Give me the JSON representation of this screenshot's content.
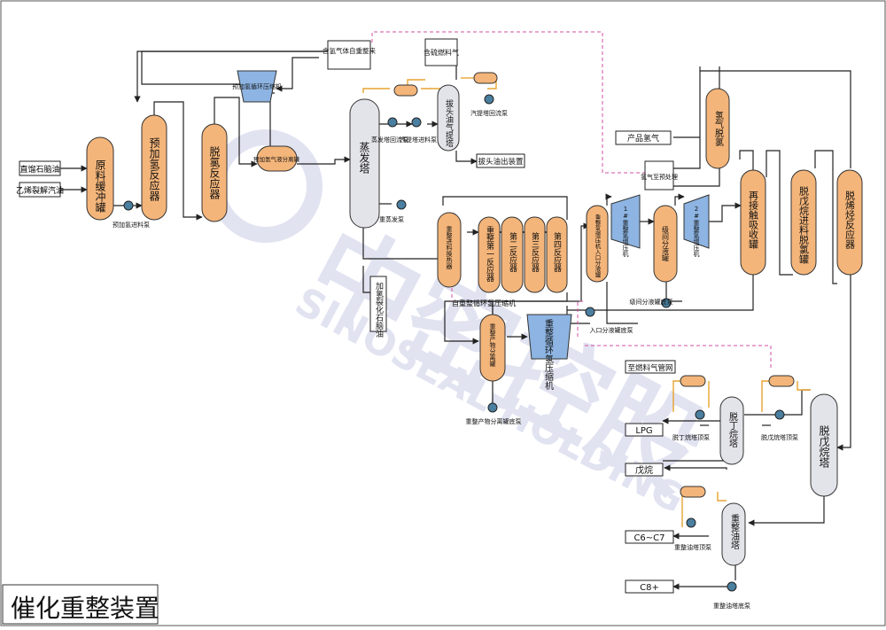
{
  "title": "催化重整装置",
  "watermark": {
    "cn": "中密控股",
    "en": "SINOSEAL HOLDING"
  },
  "colors": {
    "orange_vessel": "#f4b57a",
    "gray_vessel": "#e3e3ea",
    "blue_compressor": "#8db4e2",
    "pump": "#4a7fa0",
    "process_line": "#222222",
    "hydrogen_line": "#e6a430",
    "signal_line": "#d24fa6",
    "watermark": "#c9cce6"
  },
  "feeds": {
    "straight_run_naphtha": "直馏石脑油",
    "ethylene_cracked_oil": "乙烯裂解汽油"
  },
  "vessels": {
    "feed_buffer_tank": "原料缓冲罐",
    "prehydro_reactor": "预加氢反应器",
    "dechlorination_reactor": "脱氯反应器",
    "prehydro_gas_separator": "预加氢气液分离罐",
    "evaporator": "蒸发塔",
    "stripper": "拔头油气提塔",
    "reform_feed_exchanger": "重整进料换热器",
    "reform_reactor_1": "重整第一反应器",
    "reactor_2": "第二反应器",
    "reactor_3": "第三反应器",
    "reactor_4": "第四反应器",
    "reform_product_separator": "重整产物分离罐",
    "booster_inlet_separator": "重整氢增压机入口分液罐",
    "interstage_separator": "级间分液罐",
    "hydrogen_dechlorination": "氢气脱氯",
    "recontact_tank": "再接触吸收罐",
    "depentanizer_feed_dechlorination": "脱戊烷进料脱氯罐",
    "olefin_removal_reactor": "脱烯烃反应器",
    "debutanizer": "脱丁烷塔",
    "depentanizer": "脱戊烷塔",
    "reformate_splitter": "重整油塔"
  },
  "compressors": {
    "prehydro_recycle": "预加氢循环压缩机",
    "reform_recycle": "重整循环氢压缩机",
    "booster_1": "1#重整氢增压机",
    "booster_2": "2#重整氢增压机"
  },
  "pumps": {
    "prehydro_feed": "预加氢进料泵",
    "evaporator_reflux": "蒸发塔回流泵",
    "stripper_feed": "汽提塔进料泵",
    "stripper_reflux": "汽提塔回流泵",
    "evaporator_bottom": "重蒸发泵",
    "product_separator_bottom": "重整产物分离罐底泵",
    "interstage_bottom": "级间分液罐底泵",
    "booster_inlet_bottom": "入口分液罐底泵",
    "debutanizer_reflux": "脱丁烷塔顶泵",
    "depentanizer_reflux": "脱戊烷塔顶泵",
    "splitter_reflux": "重整油塔顶泵",
    "splitter_bottom": "重整油塔底泵"
  },
  "boxes": {
    "hydrogen_from_reformer": "含氢气体自重整来",
    "sulfur_fuel_gas": "含硫燃料气",
    "stripper_bottom_oil": "拔头油出装置",
    "product_hydrogen": "产品氢气",
    "hydrogen_to_pretreat": "氢气至预处理",
    "hydrocracked_naphtha": "加氢裂化石脑油",
    "fuel_gas_network": "至燃料气管网",
    "lpg": "LPG",
    "pentane": "戊烷",
    "c6_c7": "C6~C7",
    "c8_plus": "C8+"
  },
  "labels": {
    "from_reform_recycle": "自重整循环氢压缩机"
  }
}
